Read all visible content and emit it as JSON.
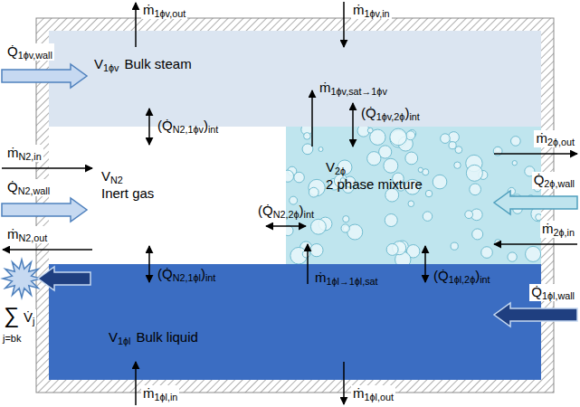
{
  "diagram": {
    "nodes": [
      {
        "text": [
          "V1ϕv",
          "Bulk steam"
        ]
      },
      {
        "text": [
          "VN2",
          "Inert gas"
        ]
      },
      {
        "text": [
          "V2ϕ",
          "2 phase mixture"
        ]
      },
      {
        "text": [
          "V1ϕl",
          "Bulk liquid"
        ]
      }
    ],
    "edges": [
      {
        "from": 1,
        "to": 0,
        "arrow": "both",
        "label": "(Q̇N2,1ϕv)int"
      },
      {
        "from": 2,
        "to": 0,
        "arrow": "to",
        "label": "ṁ1ϕv,sat→1ϕv"
      },
      {
        "from": 0,
        "to": 2,
        "arrow": "both",
        "label": "(Q̇1ϕv,2ϕ)int"
      },
      {
        "from": 1,
        "to": 2,
        "arrow": "both",
        "label": "(Q̇N2,2ϕ)int"
      },
      {
        "from": 1,
        "to": 3,
        "arrow": "both",
        "label": "(Q̇N2,1ϕl)int"
      },
      {
        "from": 3,
        "to": 2,
        "arrow": "to",
        "label": "ṁ1ϕl→1ϕl,sat"
      },
      {
        "from": 3,
        "to": 2,
        "arrow": "both",
        "label": "(Q̇1ϕl,2ϕ)int"
      }
    ],
    "labels": [
      "ṁ1ϕv,out",
      "ṁ1ϕv,in",
      "Q̇1ϕv,wall",
      "ṁN2,in",
      "ṁ2ϕ,out",
      "Q̇N2,wall",
      "Q̇2ϕ,wall",
      "ṁ2ϕ,in",
      "ṁN2,out",
      "Q̇1ϕl,wall",
      "∑",
      "V̇j",
      "j=bk",
      "ṁ1ϕl,in",
      "ṁ1ϕl,out"
    ]
  }
}
